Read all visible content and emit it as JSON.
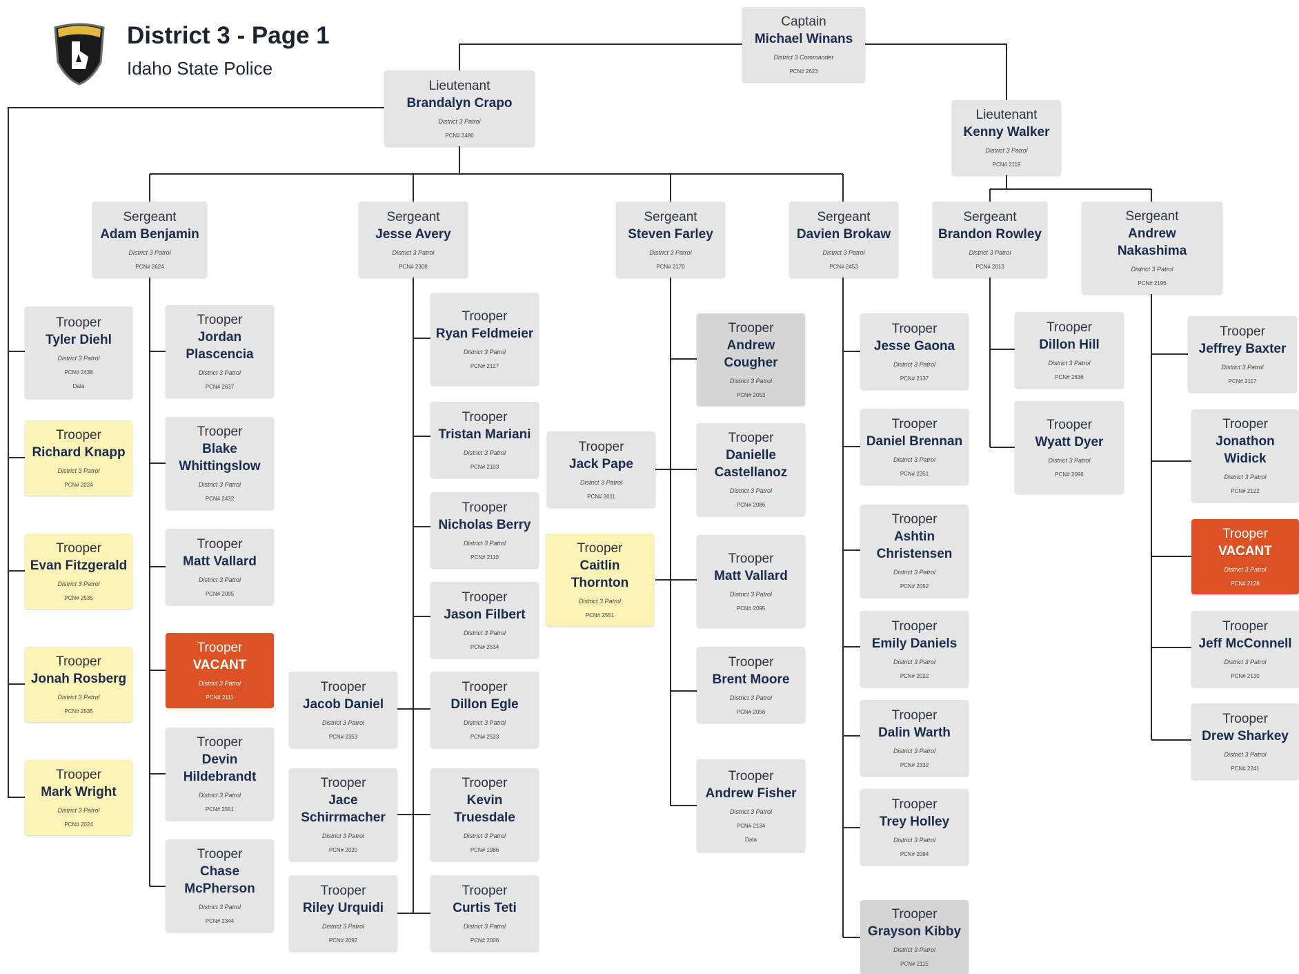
{
  "header": {
    "title": "District 3 - Page 1",
    "subtitle": "Idaho State Police",
    "logo_icon": "idaho-state-police-badge"
  },
  "colors": {
    "card_default": "#e5e5e6",
    "card_highlight": "#fdf3b6",
    "card_vacant": "#dc5225",
    "name_text": "#1a2c4e",
    "connector": "#2a2a2a"
  },
  "nodes": [
    {
      "id": "winans",
      "rank": "Captain",
      "name": "Michael Winans",
      "unit": "District 3 Commander",
      "pcn": "PCN# 2623",
      "style": "gray"
    },
    {
      "id": "crapo",
      "rank": "Lieutenant",
      "name": "Brandalyn Crapo",
      "unit": "District 3 Patrol",
      "pcn": "PCN# 2480",
      "style": "gray"
    },
    {
      "id": "walker",
      "rank": "Lieutenant",
      "name": "Kenny Walker",
      "unit": "District 3 Patrol",
      "pcn": "PCN# 2119",
      "style": "gray"
    },
    {
      "id": "benjamin",
      "rank": "Sergeant",
      "name": "Adam Benjamin",
      "unit": "District 3 Patrol",
      "pcn": "PCN# 2624",
      "style": "gray"
    },
    {
      "id": "avery",
      "rank": "Sergeant",
      "name": "Jesse Avery",
      "unit": "District 3 Patrol",
      "pcn": "PCN# 2308",
      "style": "gray"
    },
    {
      "id": "farley",
      "rank": "Sergeant",
      "name": "Steven Farley",
      "unit": "District 3 Patrol",
      "pcn": "PCN# 2170",
      "style": "gray"
    },
    {
      "id": "brokaw",
      "rank": "Sergeant",
      "name": "Davien Brokaw",
      "unit": "District 3 Patrol",
      "pcn": "PCN# 2453",
      "style": "gray"
    },
    {
      "id": "rowley",
      "rank": "Sergeant",
      "name": "Brandon Rowley",
      "unit": "District 3 Patrol",
      "pcn": "PCN# 2013",
      "style": "gray"
    },
    {
      "id": "nakashima",
      "rank": "Sergeant",
      "name": "Andrew Nakashima",
      "unit": "District 3 Patrol",
      "pcn": "PCN# 2196",
      "style": "gray"
    },
    {
      "id": "diehl",
      "rank": "Trooper",
      "name": "Tyler Diehl",
      "unit": "District 3 Patrol",
      "pcn": "PCN# 2438",
      "extra": "Data",
      "style": "gray"
    },
    {
      "id": "knapp",
      "rank": "Trooper",
      "name": "Richard Knapp",
      "unit": "District 3 Patrol",
      "pcn": "PCN# 2024",
      "style": "yellow"
    },
    {
      "id": "fitzgerald",
      "rank": "Trooper",
      "name": "Evan Fitzgerald",
      "unit": "District 3 Patrol",
      "pcn": "PCN# 2535",
      "style": "yellow"
    },
    {
      "id": "rosberg",
      "rank": "Trooper",
      "name": "Jonah Rosberg",
      "unit": "District 3 Patrol",
      "pcn": "PCN# 2535",
      "style": "yellow"
    },
    {
      "id": "wright",
      "rank": "Trooper",
      "name": "Mark Wright",
      "unit": "District 3 Patrol",
      "pcn": "PCN# 2024",
      "style": "yellow"
    },
    {
      "id": "plascencia",
      "rank": "Trooper",
      "name": "Jordan Plascencia",
      "unit": "District 3 Patrol",
      "pcn": "PCN# 2637",
      "style": "gray"
    },
    {
      "id": "whittingslow",
      "rank": "Trooper",
      "name": "Blake Whittingslow",
      "unit": "District 3 Patrol",
      "pcn": "PCN# 2432",
      "style": "gray"
    },
    {
      "id": "vallard1",
      "rank": "Trooper",
      "name": "Matt Vallard",
      "unit": "District 3 Patrol",
      "pcn": "PCN# 2095",
      "style": "gray"
    },
    {
      "id": "vacant1",
      "rank": "Trooper",
      "name": "VACANT",
      "unit": "District 3 Patrol",
      "pcn": "PCN# 2111",
      "style": "orange"
    },
    {
      "id": "hildebrandt",
      "rank": "Trooper",
      "name": "Devin Hildebrandt",
      "unit": "District 3 Patrol",
      "pcn": "PCN# 2551",
      "style": "gray"
    },
    {
      "id": "mcpherson",
      "rank": "Trooper",
      "name": "Chase McPherson",
      "unit": "District 3 Patrol",
      "pcn": "PCN# 2344",
      "style": "gray"
    },
    {
      "id": "feldmeier",
      "rank": "Trooper",
      "name": "Ryan Feldmeier",
      "unit": "District 3 Patrol",
      "pcn": "PCN# 2127",
      "style": "gray"
    },
    {
      "id": "mariani",
      "rank": "Trooper",
      "name": "Tristan Mariani",
      "unit": "District 3 Patrol",
      "pcn": "PCN# 2103",
      "style": "gray"
    },
    {
      "id": "berry",
      "rank": "Trooper",
      "name": "Nicholas Berry",
      "unit": "District 3 Patrol",
      "pcn": "PCN# 2110",
      "style": "gray"
    },
    {
      "id": "filbert",
      "rank": "Trooper",
      "name": "Jason Filbert",
      "unit": "District 3 Patrol",
      "pcn": "PCN# 2534",
      "style": "gray"
    },
    {
      "id": "egle",
      "rank": "Trooper",
      "name": "Dillon Egle",
      "unit": "District 3 Patrol",
      "pcn": "PCN# 2533",
      "style": "gray"
    },
    {
      "id": "truesdale",
      "rank": "Trooper",
      "name": "Kevin Truesdale",
      "unit": "District 3 Patrol",
      "pcn": "PCN# 1986",
      "style": "gray"
    },
    {
      "id": "teti",
      "rank": "Trooper",
      "name": "Curtis Teti",
      "unit": "District 3 Patrol",
      "pcn": "PCN# 2006",
      "style": "gray"
    },
    {
      "id": "daniel",
      "rank": "Trooper",
      "name": "Jacob Daniel",
      "unit": "District 3 Patrol",
      "pcn": "PCN# 2353",
      "style": "gray"
    },
    {
      "id": "schirrmacher",
      "rank": "Trooper",
      "name": "Jace Schirrmacher",
      "unit": "District 3 Patrol",
      "pcn": "PCN# 2020",
      "style": "gray"
    },
    {
      "id": "urquidi",
      "rank": "Trooper",
      "name": "Riley Urquidi",
      "unit": "District 3 Patrol",
      "pcn": "PCN# 2092",
      "style": "gray"
    },
    {
      "id": "pape",
      "rank": "Trooper",
      "name": "Jack Pape",
      "unit": "District 3 Patrol",
      "pcn": "PCN# 2011",
      "style": "gray"
    },
    {
      "id": "thornton",
      "rank": "Trooper",
      "name": "Caitlin Thornton",
      "unit": "District 3 Patrol",
      "pcn": "PCN# 2551",
      "style": "yellow"
    },
    {
      "id": "cougher",
      "rank": "Trooper",
      "name": "Andrew Cougher",
      "unit": "District 3 Patrol",
      "pcn": "PCN# 2053",
      "style": "darkgray"
    },
    {
      "id": "castellanoz",
      "rank": "Trooper",
      "name": "Danielle Castellanoz",
      "unit": "District 3 Patrol",
      "pcn": "PCN# 2086",
      "style": "gray"
    },
    {
      "id": "vallard2",
      "rank": "Trooper",
      "name": "Matt Vallard",
      "unit": "District 3 Patrol",
      "pcn": "PCN# 2095",
      "style": "gray"
    },
    {
      "id": "moore",
      "rank": "Trooper",
      "name": "Brent Moore",
      "unit": "District 3 Patrol",
      "pcn": "PCN# 2056",
      "style": "gray"
    },
    {
      "id": "fisher",
      "rank": "Trooper",
      "name": "Andrew Fisher",
      "unit": "District 3 Patrol",
      "pcn": "PCN# 2134",
      "extra": "Data",
      "style": "gray"
    },
    {
      "id": "gaona",
      "rank": "Trooper",
      "name": "Jesse Gaona",
      "unit": "District 3 Patrol",
      "pcn": "PCN# 2137",
      "style": "gray"
    },
    {
      "id": "brennan",
      "rank": "Trooper",
      "name": "Daniel Brennan",
      "unit": "District 3 Patrol",
      "pcn": "PCN# 2351",
      "style": "gray"
    },
    {
      "id": "christensen",
      "rank": "Trooper",
      "name": "Ashtin Christensen",
      "unit": "District 3 Patrol",
      "pcn": "PCN# 2052",
      "style": "gray"
    },
    {
      "id": "edaniels",
      "rank": "Trooper",
      "name": "Emily Daniels",
      "unit": "District 3 Patrol",
      "pcn": "PCN# 2022",
      "style": "gray"
    },
    {
      "id": "warth",
      "rank": "Trooper",
      "name": "Dalin Warth",
      "unit": "District 3 Patrol",
      "pcn": "PCN# 2332",
      "style": "gray"
    },
    {
      "id": "holley",
      "rank": "Trooper",
      "name": "Trey Holley",
      "unit": "District 3 Patrol",
      "pcn": "PCN# 2094",
      "style": "gray"
    },
    {
      "id": "kibby",
      "rank": "Trooper",
      "name": "Grayson Kibby",
      "unit": "District 3 Patrol",
      "pcn": "PCN# 2115",
      "style": "darkgray"
    },
    {
      "id": "hill",
      "rank": "Trooper",
      "name": "Dillon Hill",
      "unit": "District 3 Patrol",
      "pcn": "PCN# 2636",
      "style": "gray"
    },
    {
      "id": "dyer",
      "rank": "Trooper",
      "name": "Wyatt Dyer",
      "unit": "District 3 Patrol",
      "pcn": "PCN# 2096",
      "style": "gray"
    },
    {
      "id": "baxter",
      "rank": "Trooper",
      "name": "Jeffrey Baxter",
      "unit": "District 3 Patrol",
      "pcn": "PCN# 2117",
      "style": "gray"
    },
    {
      "id": "widick",
      "rank": "Trooper",
      "name": "Jonathon Widick",
      "unit": "District 3 Patrol",
      "pcn": "PCN# 2122",
      "style": "gray"
    },
    {
      "id": "vacant2",
      "rank": "Trooper",
      "name": "VACANT",
      "unit": "District 3 Patrol",
      "pcn": "PCN# 2128",
      "style": "orange"
    },
    {
      "id": "mcconnell",
      "rank": "Trooper",
      "name": "Jeff McConnell",
      "unit": "District 3 Patrol",
      "pcn": "PCN# 2130",
      "style": "gray"
    },
    {
      "id": "sharkey",
      "rank": "Trooper",
      "name": "Drew Sharkey",
      "unit": "District 3 Patrol",
      "pcn": "PCN# 2241",
      "style": "gray"
    }
  ]
}
